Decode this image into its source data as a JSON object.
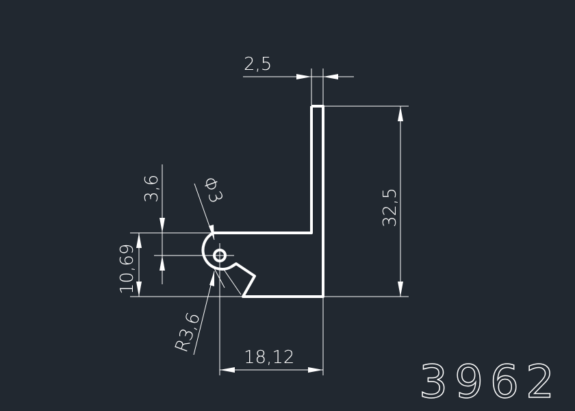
{
  "drawing": {
    "part_number": "3962",
    "dimensions": {
      "thickness": "2,5",
      "height": "32,5",
      "offset": "3,6",
      "lower_height": "10,69",
      "diameter": "Φ3",
      "radius": "R3,6",
      "width": "18,12"
    },
    "colors": {
      "background": "#212830",
      "lines": "#ffffff"
    }
  }
}
